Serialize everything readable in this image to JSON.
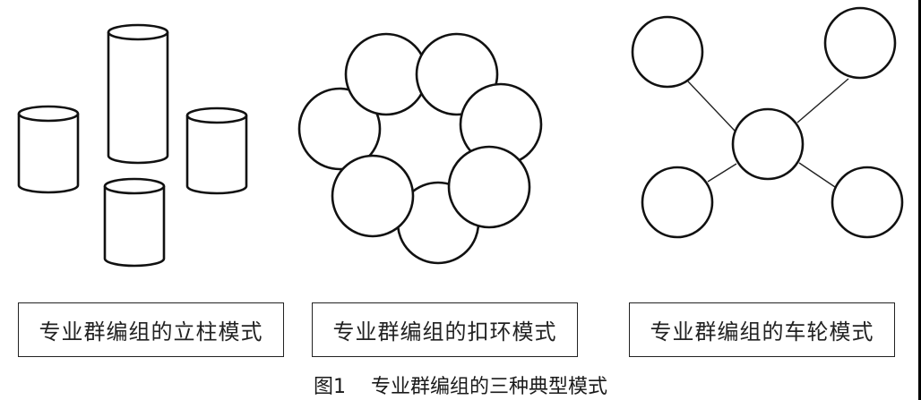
{
  "figure": {
    "caption": "图1    专业群编组的三种典型模式",
    "figure_number": "图1",
    "caption_text": "专业群编组的三种典型模式",
    "panels": [
      {
        "label": "专业群编组的立柱模式",
        "shape": "cylinders",
        "element_count": 4
      },
      {
        "label": "专业群编组的扣环模式",
        "shape": "ring-of-circles",
        "element_count": 7
      },
      {
        "label": "专业群编组的车轮模式",
        "shape": "hub-and-spoke",
        "element_count": 5
      }
    ],
    "colors": {
      "stroke": "#111111",
      "fill": "#ffffff",
      "background": "#ffffff"
    }
  }
}
